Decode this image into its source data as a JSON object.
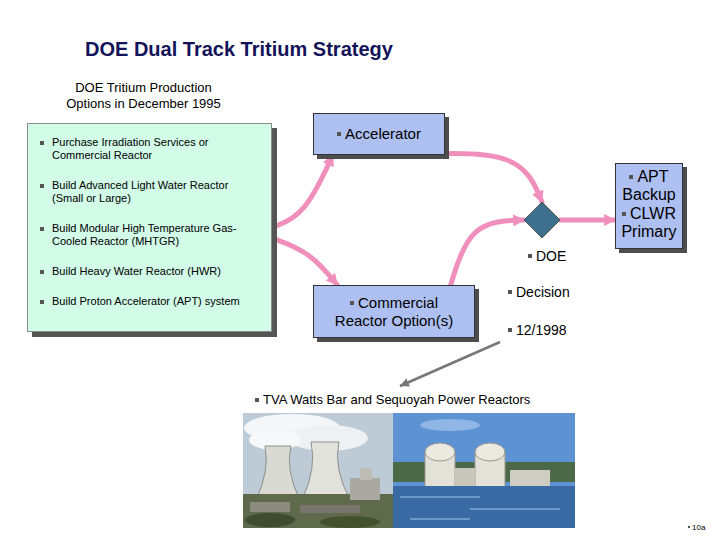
{
  "diagram": {
    "title": "DOE Dual Track Tritium Strategy",
    "nodes": [
      {
        "text": [
          "DOE Tritium Production Options in December 1995",
          "Purchase Irradiation Services or Commercial Reactor",
          "Build Advanced Light Water Reactor (Small or Large)",
          "Build Modular High Temperature Gas-Cooled Reactor (MHTGR)",
          "Build Heavy Water Reactor (HWR)",
          "Build Proton Accelerator (APT) system"
        ]
      },
      {
        "text": [
          "Accelerator"
        ]
      },
      {
        "text": [
          "Commercial Reactor Option(s)"
        ]
      },
      {
        "text": [
          "DOE",
          "Decision",
          "12/1998"
        ]
      },
      {
        "text": [
          "APT Backup",
          "CLWR Primary"
        ]
      }
    ],
    "edges": [
      {
        "from": 0,
        "to": 1,
        "arrow": "to"
      },
      {
        "from": 0,
        "to": 2,
        "arrow": "to"
      },
      {
        "from": 1,
        "to": 3,
        "arrow": "to"
      },
      {
        "from": 2,
        "to": 3,
        "arrow": "to"
      },
      {
        "from": 3,
        "to": 4,
        "arrow": "to"
      }
    ],
    "labels": [
      "TVA Watts Bar and Sequoyah Power Reactors",
      "10a"
    ]
  }
}
